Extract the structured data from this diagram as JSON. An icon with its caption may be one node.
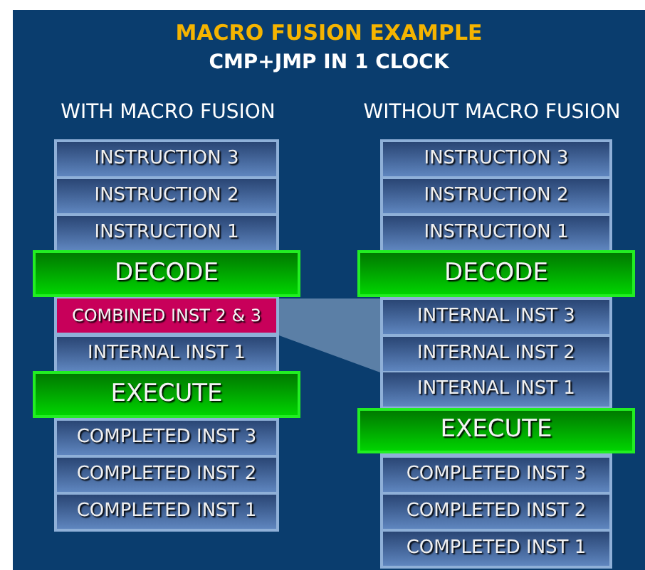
{
  "diagram": {
    "title": "MACRO FUSION EXAMPLE",
    "nodes": [
      {
        "text": [
          "INSTRUCTION 3"
        ]
      },
      {
        "text": [
          "INSTRUCTION 2"
        ]
      },
      {
        "text": [
          "INSTRUCTION 1"
        ]
      },
      {
        "text": [
          "DECODE"
        ]
      },
      {
        "text": [
          "COMBINED INST 2 & 3"
        ]
      },
      {
        "text": [
          "INTERNAL INST 1"
        ]
      },
      {
        "text": [
          "EXECUTE"
        ]
      },
      {
        "text": [
          "COMPLETED INST 3"
        ]
      },
      {
        "text": [
          "COMPLETED INST 2"
        ]
      },
      {
        "text": [
          "COMPLETED INST 1"
        ]
      },
      {
        "text": [
          "INSTRUCTION 3"
        ]
      },
      {
        "text": [
          "INSTRUCTION 2"
        ]
      },
      {
        "text": [
          "INSTRUCTION 1"
        ]
      },
      {
        "text": [
          "DECODE"
        ]
      },
      {
        "text": [
          "INTERNAL INST 3"
        ]
      },
      {
        "text": [
          "INTERNAL INST 2"
        ]
      },
      {
        "text": [
          "INTERNAL INST 1"
        ]
      },
      {
        "text": [
          "EXECUTE"
        ]
      },
      {
        "text": [
          "COMPLETED INST 3"
        ]
      },
      {
        "text": [
          "COMPLETED INST 2"
        ]
      },
      {
        "text": [
          "COMPLETED INST 1"
        ]
      }
    ],
    "labels": [
      "CMP+JMP IN 1 CLOCK",
      "WITH MACRO FUSION",
      "WITHOUT MACRO FUSION"
    ]
  }
}
